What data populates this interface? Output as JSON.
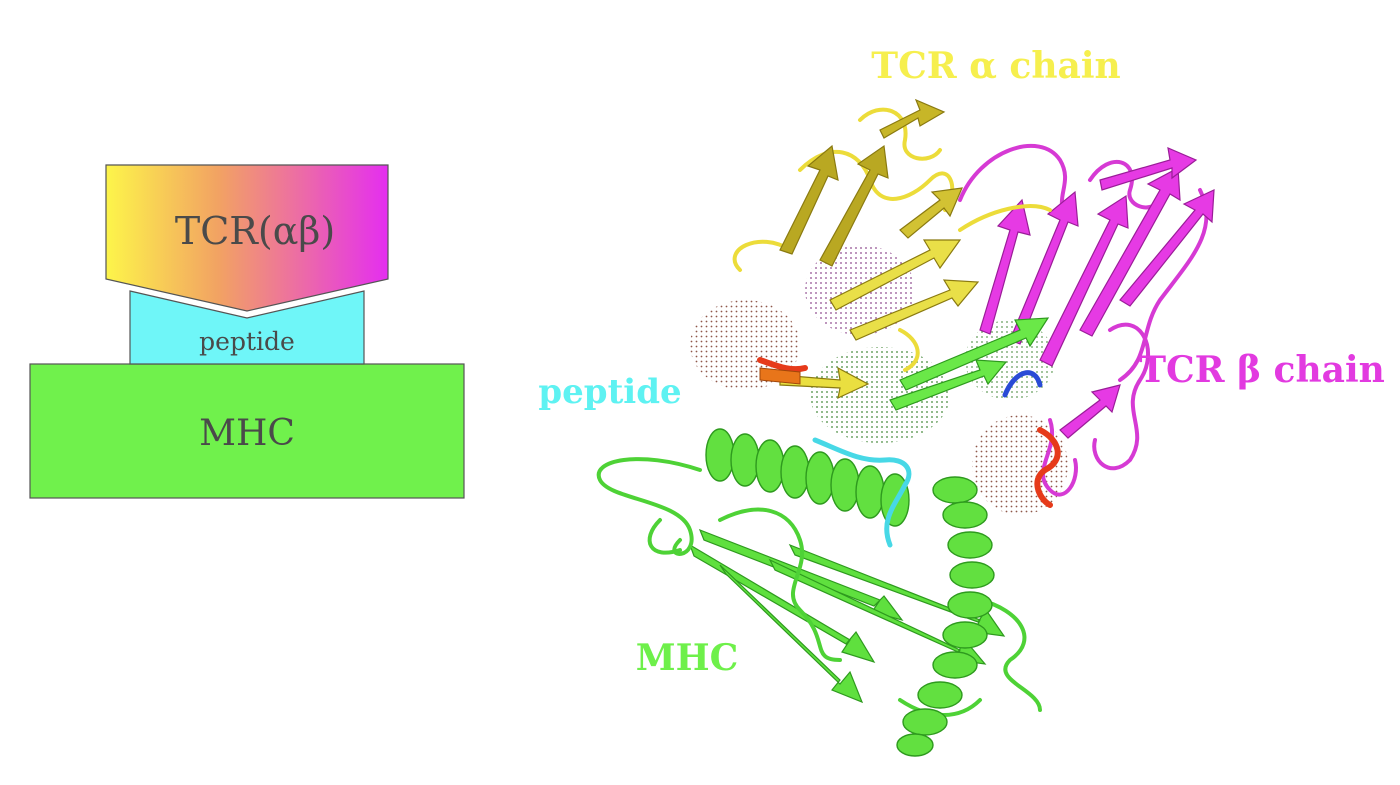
{
  "schematic": {
    "tcr_label": "TCR(αβ)",
    "peptide_label": "peptide",
    "mhc_label": "MHC"
  },
  "structure": {
    "tcr_alpha_label": "TCR α chain",
    "tcr_beta_label": "TCR β chain",
    "peptide_label": "peptide",
    "mhc_label": "MHC"
  },
  "colors": {
    "tcr_alpha": "#f4f048",
    "tcr_beta": "#e23ae0",
    "peptide": "#5ef2f2",
    "mhc": "#6ef04a",
    "mhc_dark": "#3fbf2a",
    "alpha_dark": "#b8a820",
    "beta_dark": "#c026b8",
    "contact_red": "#e63a1a",
    "contact_blue": "#2a4bd6",
    "dots_brown": "#7a3a2a",
    "dots_green": "#2f7a22",
    "dots_purple": "#7a2a7a",
    "schematic_text": "#4a4a4a",
    "outline": "#555555"
  }
}
